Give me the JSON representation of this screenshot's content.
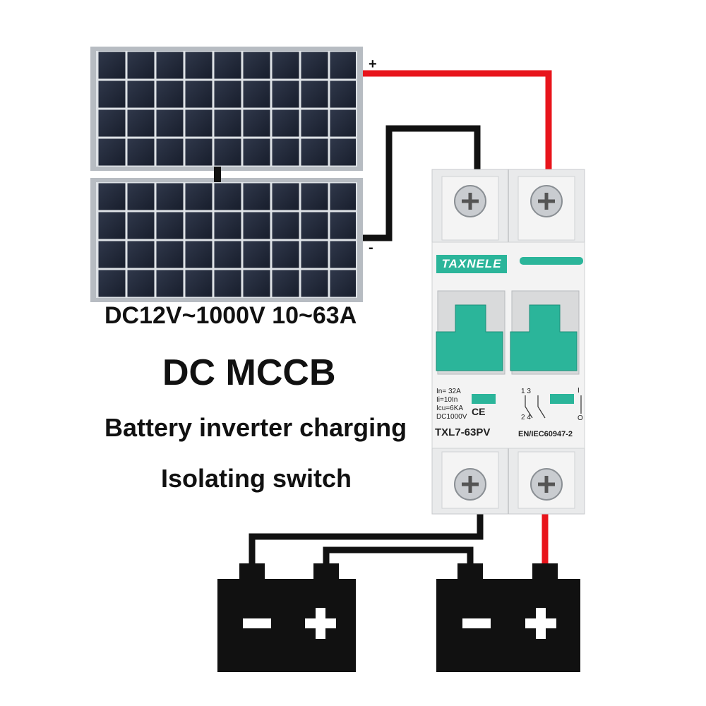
{
  "texts": {
    "voltage_range": "DC12V~1000V 10~63A",
    "heading": "DC MCCB",
    "line1": "Battery inverter charging",
    "line2": "Isolating switch"
  },
  "polarity": {
    "plus": "+",
    "minus": "-"
  },
  "breaker": {
    "brand": "TAXNELE",
    "model": "TXL7-63PV",
    "standard": "EN/IEC60947-2",
    "specs": [
      "In= 32A",
      "Ii=10In",
      "Icu=6KA",
      "DC1000V"
    ],
    "ce_mark": "CE",
    "pole_top": "1 3",
    "pole_bottom": "2 4",
    "switch_on": "I",
    "switch_off": "O"
  },
  "colors": {
    "positive_wire": "#e8141b",
    "negative_wire": "#111111",
    "toggle": "#2bb59a",
    "panel_cell": "#1c2333",
    "panel_frame": "#b7bcc2"
  },
  "icons": [
    "solar-panel-icon",
    "circuit-breaker-icon",
    "battery-icon",
    "screw-terminal-icon"
  ]
}
